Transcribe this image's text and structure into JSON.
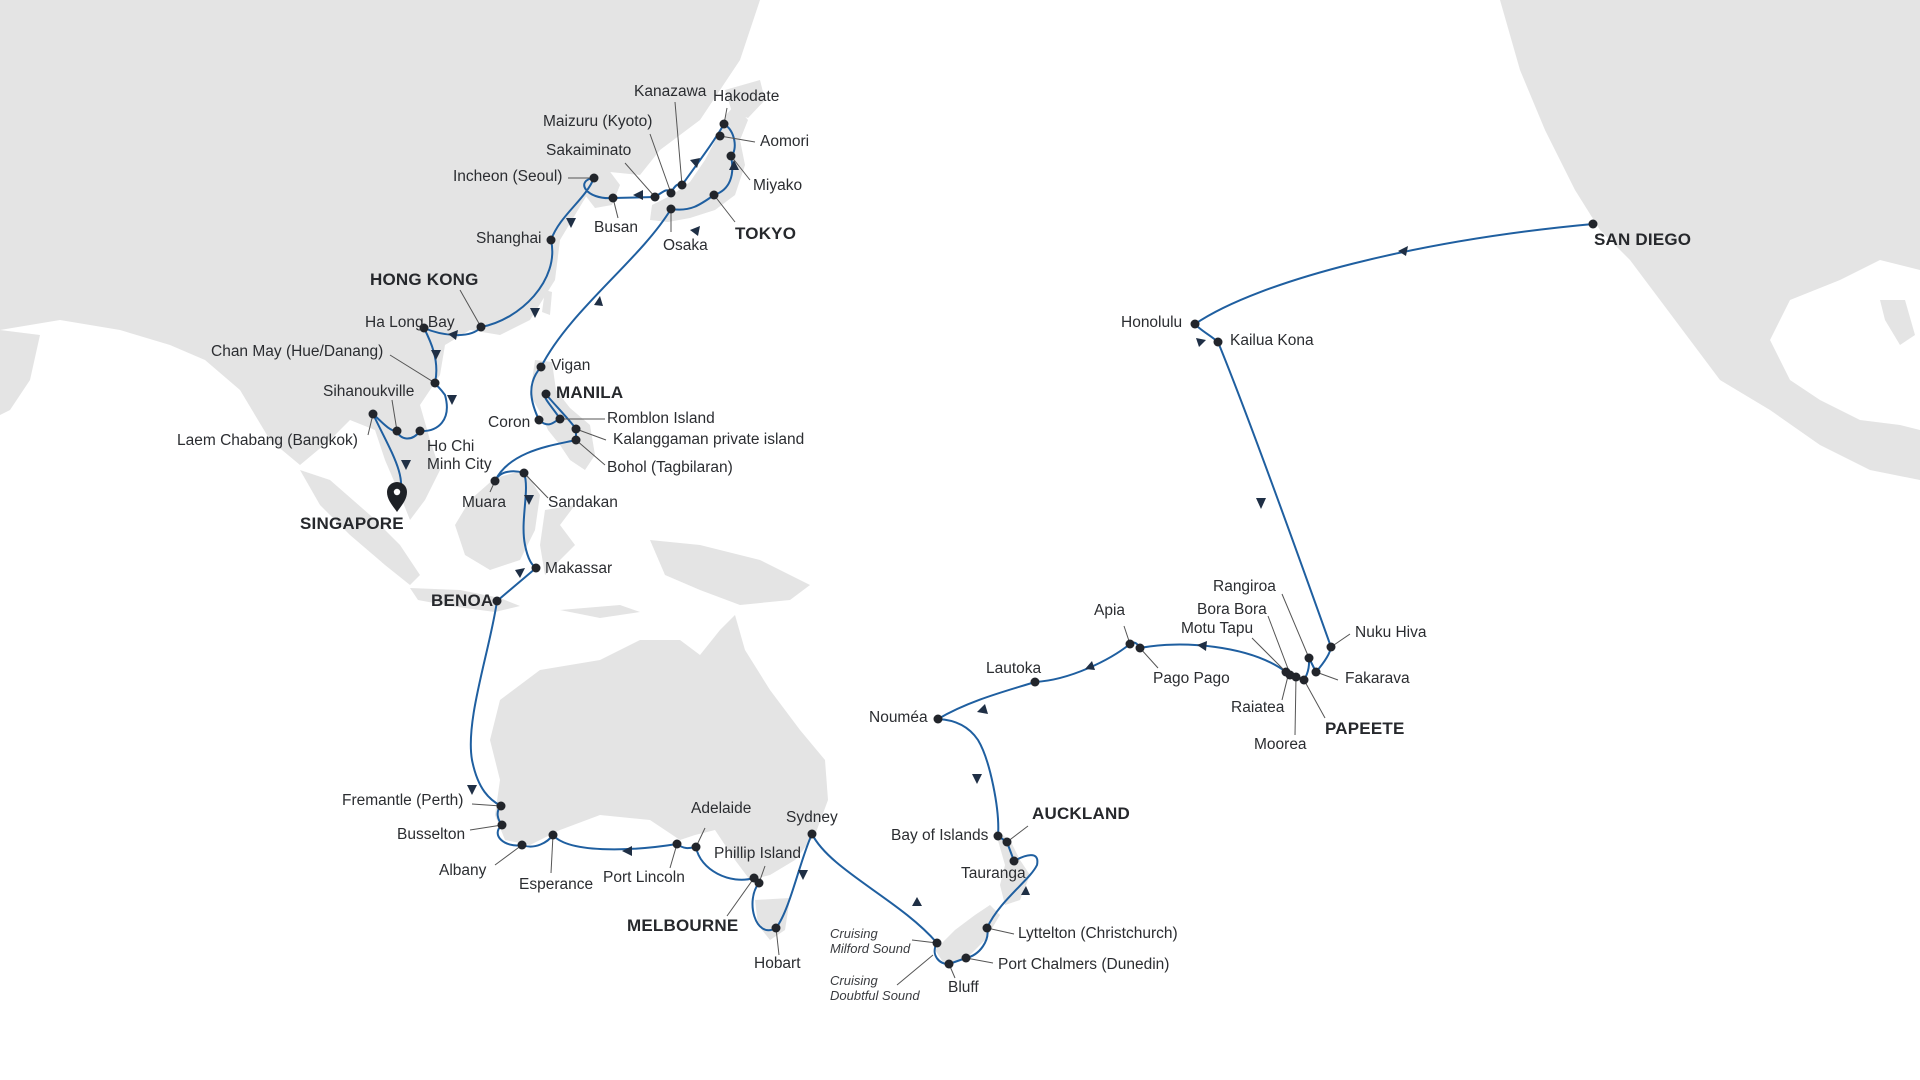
{
  "map": {
    "route_color": "#1f5fa0",
    "land_color": "#e4e4e4",
    "water_color": "#ffffff",
    "dot_color": "#22252b",
    "start_marker": "map-pin-icon"
  },
  "ports": {
    "singapore": "SINGAPORE",
    "laem_chabang": "Laem Chabang (Bangkok)",
    "sihanoukville": "Sihanoukville",
    "ho_chi_minh": "Ho Chi\nMinh City",
    "ho_chi_minh_l1": "Ho Chi",
    "ho_chi_minh_l2": "Minh City",
    "chan_may": "Chan May (Hue/Danang)",
    "ha_long_bay": "Ha Long Bay",
    "hong_kong": "HONG KONG",
    "shanghai": "Shanghai",
    "incheon": "Incheon (Seoul)",
    "busan": "Busan",
    "sakaiminato": "Sakaiminato",
    "maizuru": "Maizuru (Kyoto)",
    "kanazawa": "Kanazawa",
    "hakodate": "Hakodate",
    "aomori": "Aomori",
    "miyako": "Miyako",
    "tokyo": "TOKYO",
    "osaka": "Osaka",
    "vigan": "Vigan",
    "manila": "MANILA",
    "coron": "Coron",
    "romblon": "Romblon Island",
    "kalanggaman": "Kalanggaman private island",
    "bohol": "Bohol (Tagbilaran)",
    "muara": "Muara",
    "sandakan": "Sandakan",
    "makassar": "Makassar",
    "benoa": "BENOA",
    "fremantle": "Fremantle (Perth)",
    "busselton": "Busselton",
    "albany": "Albany",
    "esperance": "Esperance",
    "port_lincoln": "Port Lincoln",
    "adelaide": "Adelaide",
    "phillip_island": "Phillip Island",
    "melbourne": "MELBOURNE",
    "hobart": "Hobart",
    "sydney": "Sydney",
    "milford_l1": "Cruising",
    "milford_l2": "Milford Sound",
    "doubtful_l1": "Cruising",
    "doubtful_l2": "Doubtful Sound",
    "bluff": "Bluff",
    "port_chalmers": "Port Chalmers (Dunedin)",
    "lyttelton": "Lyttelton (Christchurch)",
    "tauranga": "Tauranga",
    "auckland": "AUCKLAND",
    "bay_of_islands": "Bay of Islands",
    "noumea": "Nouméa",
    "lautoka": "Lautoka",
    "apia": "Apia",
    "pago_pago": "Pago Pago",
    "motu_tapu": "Motu Tapu",
    "bora_bora": "Bora Bora",
    "rangiroa": "Rangiroa",
    "raiatea": "Raiatea",
    "moorea": "Moorea",
    "papeete": "PAPEETE",
    "fakarava": "Fakarava",
    "nuku_hiva": "Nuku Hiva",
    "kailua_kona": "Kailua Kona",
    "honolulu": "Honolulu",
    "san_diego": "SAN DIEGO"
  }
}
